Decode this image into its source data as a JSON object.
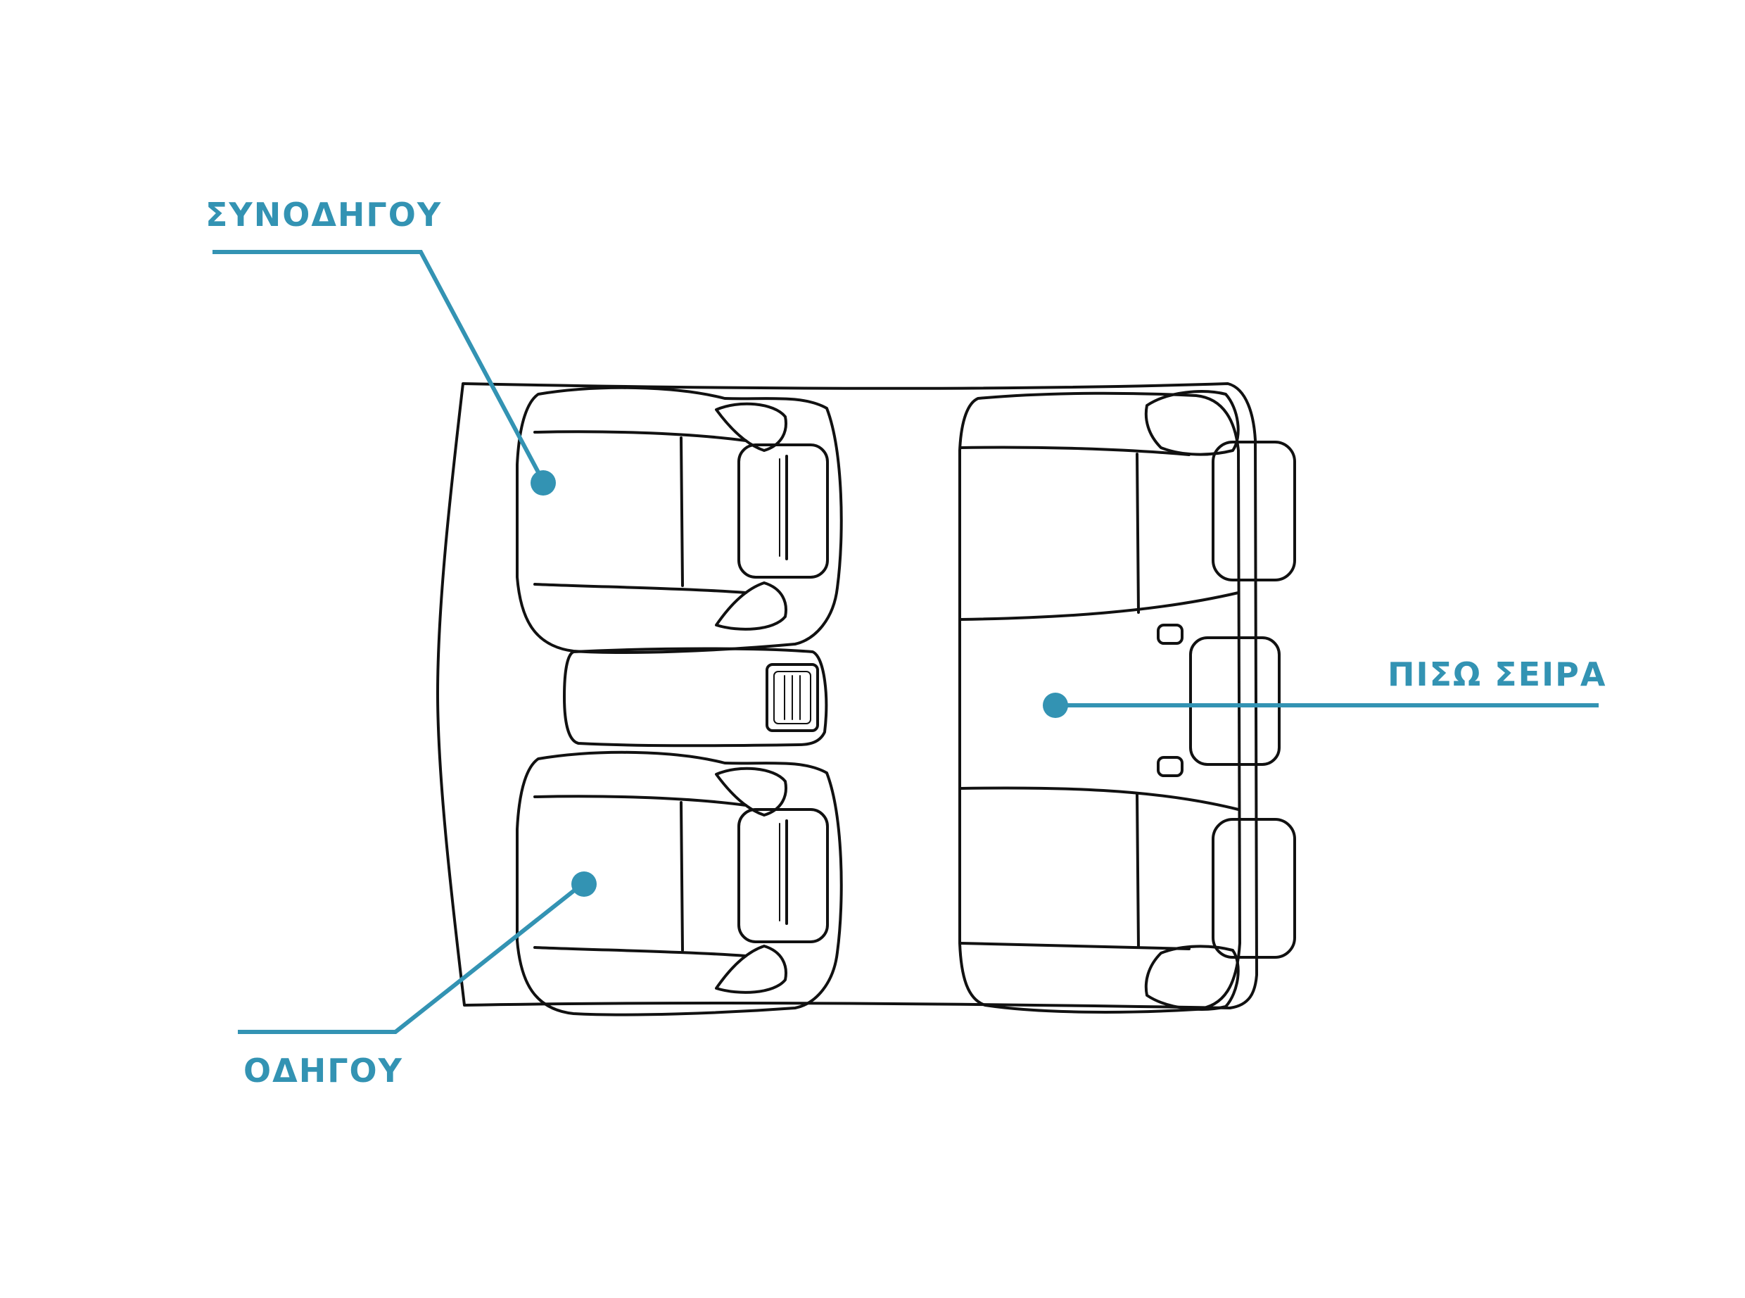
{
  "colors": {
    "accent": "#3393b3",
    "outline": "#111111",
    "background": "#ffffff"
  },
  "labels": {
    "codriver": "ΣΥΝΟΔΗΓΟΥ",
    "driver": "ΟΔΗΓΟΥ",
    "rear_row": "ΠΙΣΩ ΣΕΙΡΑ"
  },
  "icons": {
    "car": "car-top-view-icon"
  }
}
